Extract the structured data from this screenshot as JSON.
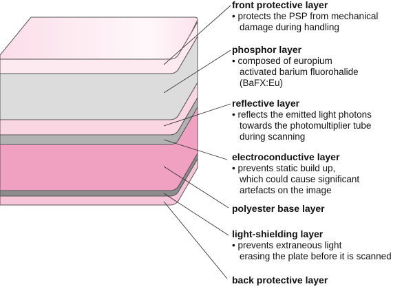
{
  "title": "PSP plate layers",
  "layers": [
    {
      "name": "front protective layer",
      "color": "#fde9f0",
      "bullets": [
        "• protects the PSP from mechanical",
        "damage during handling"
      ]
    },
    {
      "name": "phosphor layer",
      "color": "#dcdcdd",
      "bullets": [
        "• composed of europium",
        "activated barium fluorohalide",
        "(BaFX:Eu)"
      ]
    },
    {
      "name": "reflective layer",
      "color": "#fad6e3",
      "bullets": [
        "• reflects the emitted light photons",
        "towards the photomultiplier tube",
        "during scanning"
      ]
    },
    {
      "name": "electroconductive layer",
      "color": "#b3b3b3",
      "bullets": [
        "• prevents static build up,",
        "which could cause significant",
        "artefacts on the image"
      ]
    },
    {
      "name": "polyester base layer",
      "color": "#f0a0c0",
      "bullets": []
    },
    {
      "name": "light-shielding layer",
      "color": "#8c8c8c",
      "bullets": [
        "• prevents extraneous light",
        "erasing the plate before it is scanned"
      ]
    },
    {
      "name": "back protective layer",
      "color": "#f6c5d8",
      "bullets": []
    }
  ]
}
